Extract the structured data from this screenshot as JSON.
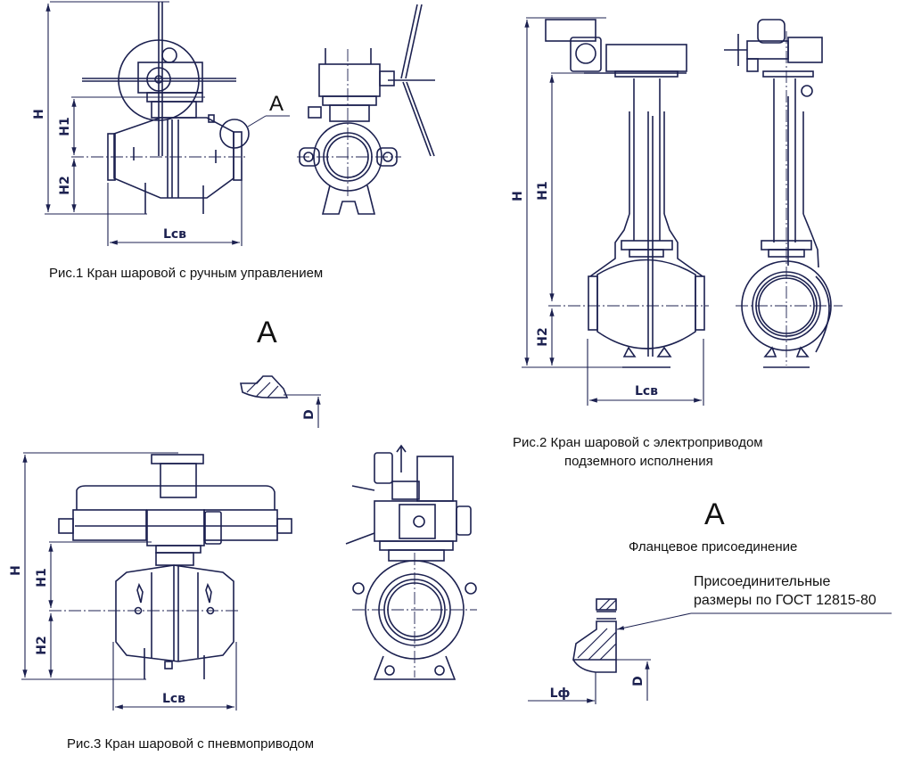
{
  "colors": {
    "line": "#1c2150",
    "text": "#111111",
    "background": "#ffffff"
  },
  "figure1": {
    "caption": "Рис.1  Кран шаровой с ручным управлением",
    "callout": "A",
    "dims": {
      "h": "H",
      "h1": "H1",
      "h2": "H2",
      "l": "Lсв"
    }
  },
  "figure2": {
    "caption_line1": "Рис.2  Кран шаровой с электроприводом",
    "caption_line2": "подземного исполнения",
    "dims": {
      "h": "H",
      "h1": "H1",
      "h2": "H2",
      "l": "Lсв"
    }
  },
  "figure3": {
    "caption": "Рис.3  Кран шаровой с пневмоприводом",
    "dims": {
      "h": "H",
      "h1": "H1",
      "h2": "H2",
      "l": "Lсв"
    }
  },
  "detail_weld": {
    "title": "A",
    "dim_d": "D"
  },
  "detail_flange": {
    "title": "A",
    "subtitle": "Фланцевое присоединение",
    "note_line1": "Присоединительные",
    "note_line2": "размеры по ГОСТ 12815-80",
    "dim_l": "Lф",
    "dim_d": "D"
  }
}
